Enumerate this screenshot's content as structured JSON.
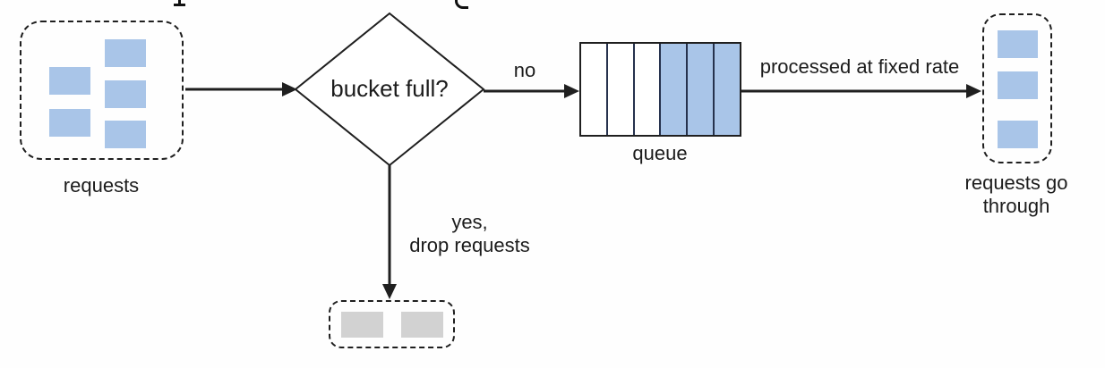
{
  "colors": {
    "request_fill_blue": "#a9c5e8",
    "dropped_fill_gray": "#d2d2d2",
    "line_black": "#1f1f1f",
    "background": "#fefefe"
  },
  "nodes": {
    "incoming_requests": {
      "label": "requests",
      "item_count": 5
    },
    "decision": {
      "label": "bucket full?"
    },
    "queue": {
      "label": "queue",
      "slots_total": 6,
      "slots_filled": 3
    },
    "outgoing_requests": {
      "label_line1": "requests go",
      "label_line2": "through",
      "item_count": 3
    },
    "dropped_requests": {
      "item_count": 2
    }
  },
  "edges": {
    "decision_no": {
      "label": "no"
    },
    "queue_out": {
      "label": "processed at fixed rate"
    },
    "decision_yes_line1": "yes,",
    "decision_yes_line2": "drop requests"
  }
}
